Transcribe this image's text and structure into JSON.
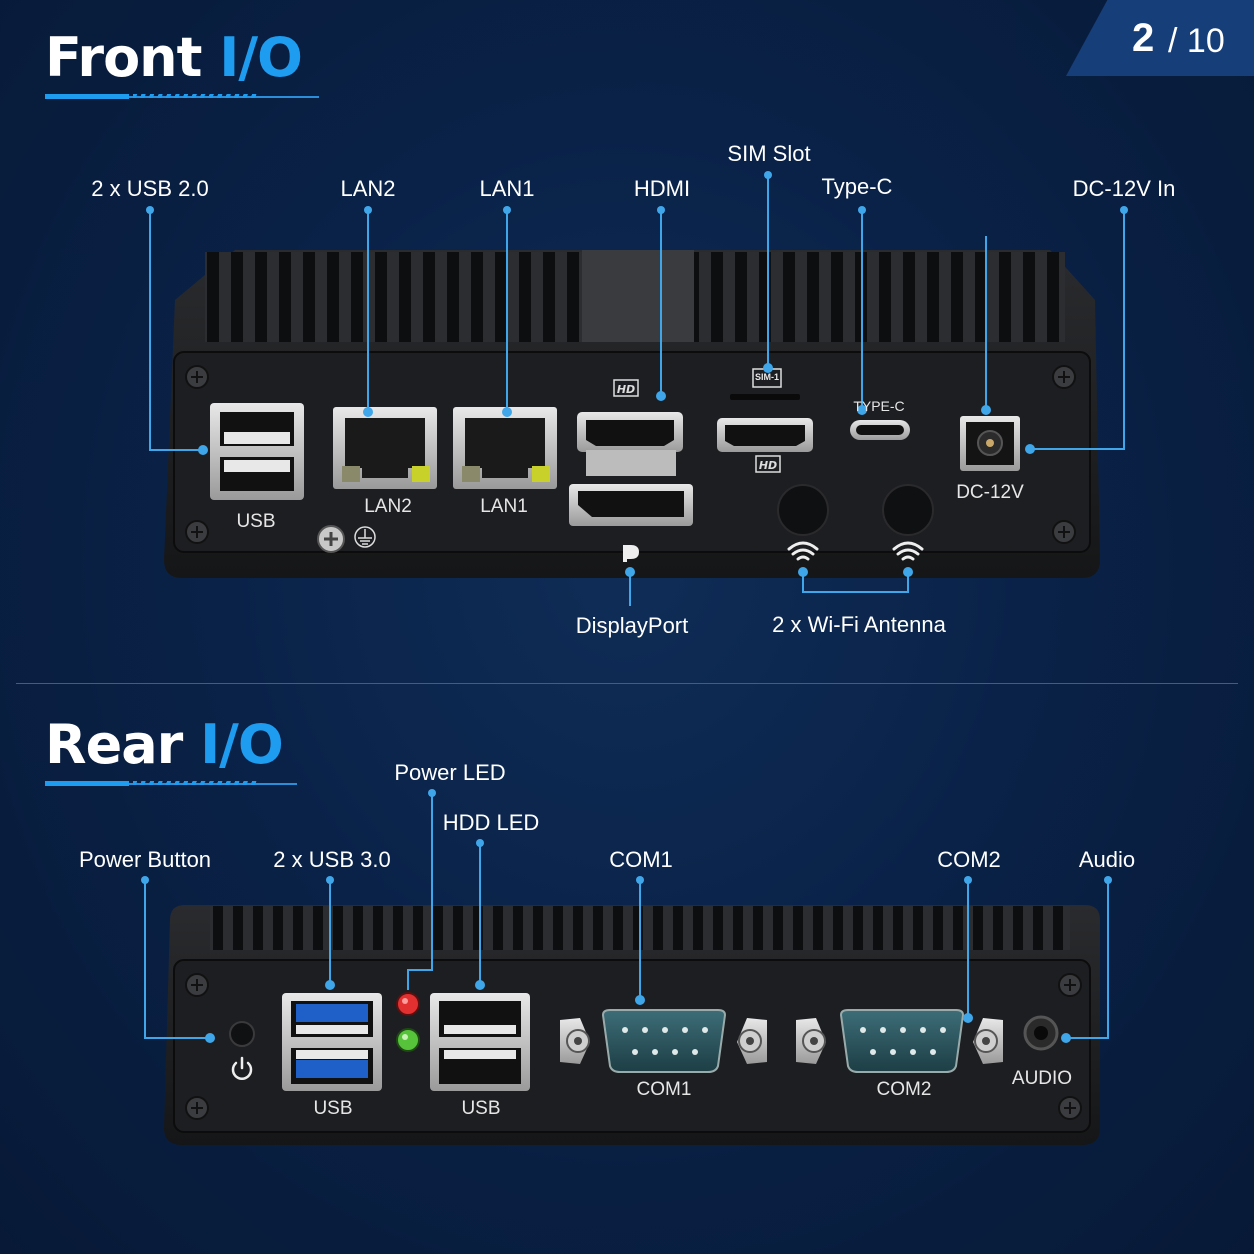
{
  "page": {
    "current": "2",
    "total": "10"
  },
  "front": {
    "title_main": "Front",
    "title_accent": "I/O",
    "callouts": {
      "usb": "2 x USB 2.0",
      "lan2": "LAN2",
      "lan1": "LAN1",
      "hdmi": "HDMI",
      "sim": "SIM Slot",
      "typec": "Type-C",
      "dc": "DC-12V In",
      "displayport": "DisplayPort",
      "wifi": "2 x Wi-Fi Antenna"
    },
    "ports": {
      "usb": "USB",
      "lan2": "LAN2",
      "lan1": "LAN1",
      "dc": "DC-12V",
      "typec": "TYPE-C",
      "sim": "SIM-1"
    }
  },
  "rear": {
    "title_main": "Rear",
    "title_accent": "I/O",
    "callouts": {
      "power_button": "Power Button",
      "usb": "2 x USB 3.0",
      "power_led": "Power LED",
      "hdd_led": "HDD LED",
      "com1": "COM1",
      "com2": "COM2",
      "audio": "Audio"
    },
    "ports": {
      "usb_left": "USB",
      "usb_right": "USB",
      "com1": "COM1",
      "com2": "COM2",
      "audio": "AUDIO"
    }
  },
  "colors": {
    "accent": "#1e9cf0",
    "callout_line": "#3fa6ea",
    "chassis": "#1b1c1e",
    "usb3_blue": "#1e5fc8",
    "led_power": "#e23030",
    "led_hdd": "#56c33a"
  }
}
